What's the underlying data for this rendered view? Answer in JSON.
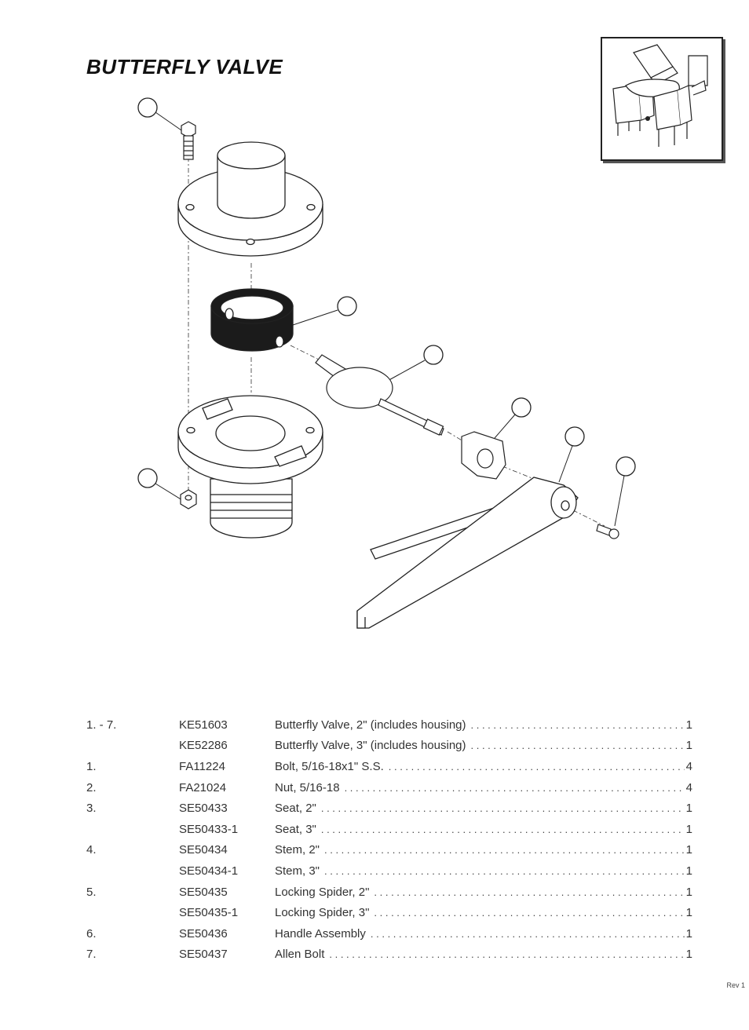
{
  "title": "BUTTERFLY VALVE",
  "parts": [
    {
      "item": "1. - 7.",
      "part": "KE51603",
      "desc": "Butterfly Valve, 2\" (includes housing)",
      "qty": "1"
    },
    {
      "item": "",
      "part": "KE52286",
      "desc": "Butterfly Valve, 3\" (includes housing)",
      "qty": "1"
    },
    {
      "item": "1.",
      "part": "FA11224",
      "desc": "Bolt, 5/16-18x1\" S.S.",
      "qty": "4"
    },
    {
      "item": "2.",
      "part": "FA21024",
      "desc": "Nut, 5/16-18",
      "qty": "4"
    },
    {
      "item": "3.",
      "part": "SE50433",
      "desc": "Seat, 2\"",
      "qty": "1"
    },
    {
      "item": "",
      "part": "SE50433-1",
      "desc": "Seat, 3\"",
      "qty": "1"
    },
    {
      "item": "4.",
      "part": "SE50434",
      "desc": "Stem, 2\"",
      "qty": "1"
    },
    {
      "item": "",
      "part": "SE50434-1",
      "desc": "Stem, 3\"",
      "qty": "1"
    },
    {
      "item": "5.",
      "part": "SE50435",
      "desc": "Locking Spider, 2\"",
      "qty": "1"
    },
    {
      "item": "",
      "part": "SE50435-1",
      "desc": "Locking Spider, 3\"",
      "qty": "1"
    },
    {
      "item": "6.",
      "part": "SE50436",
      "desc": "Handle Assembly",
      "qty": "1"
    },
    {
      "item": "7.",
      "part": "SE50437",
      "desc": "Allen Bolt",
      "qty": "1"
    }
  ],
  "revision": "Rev 1"
}
